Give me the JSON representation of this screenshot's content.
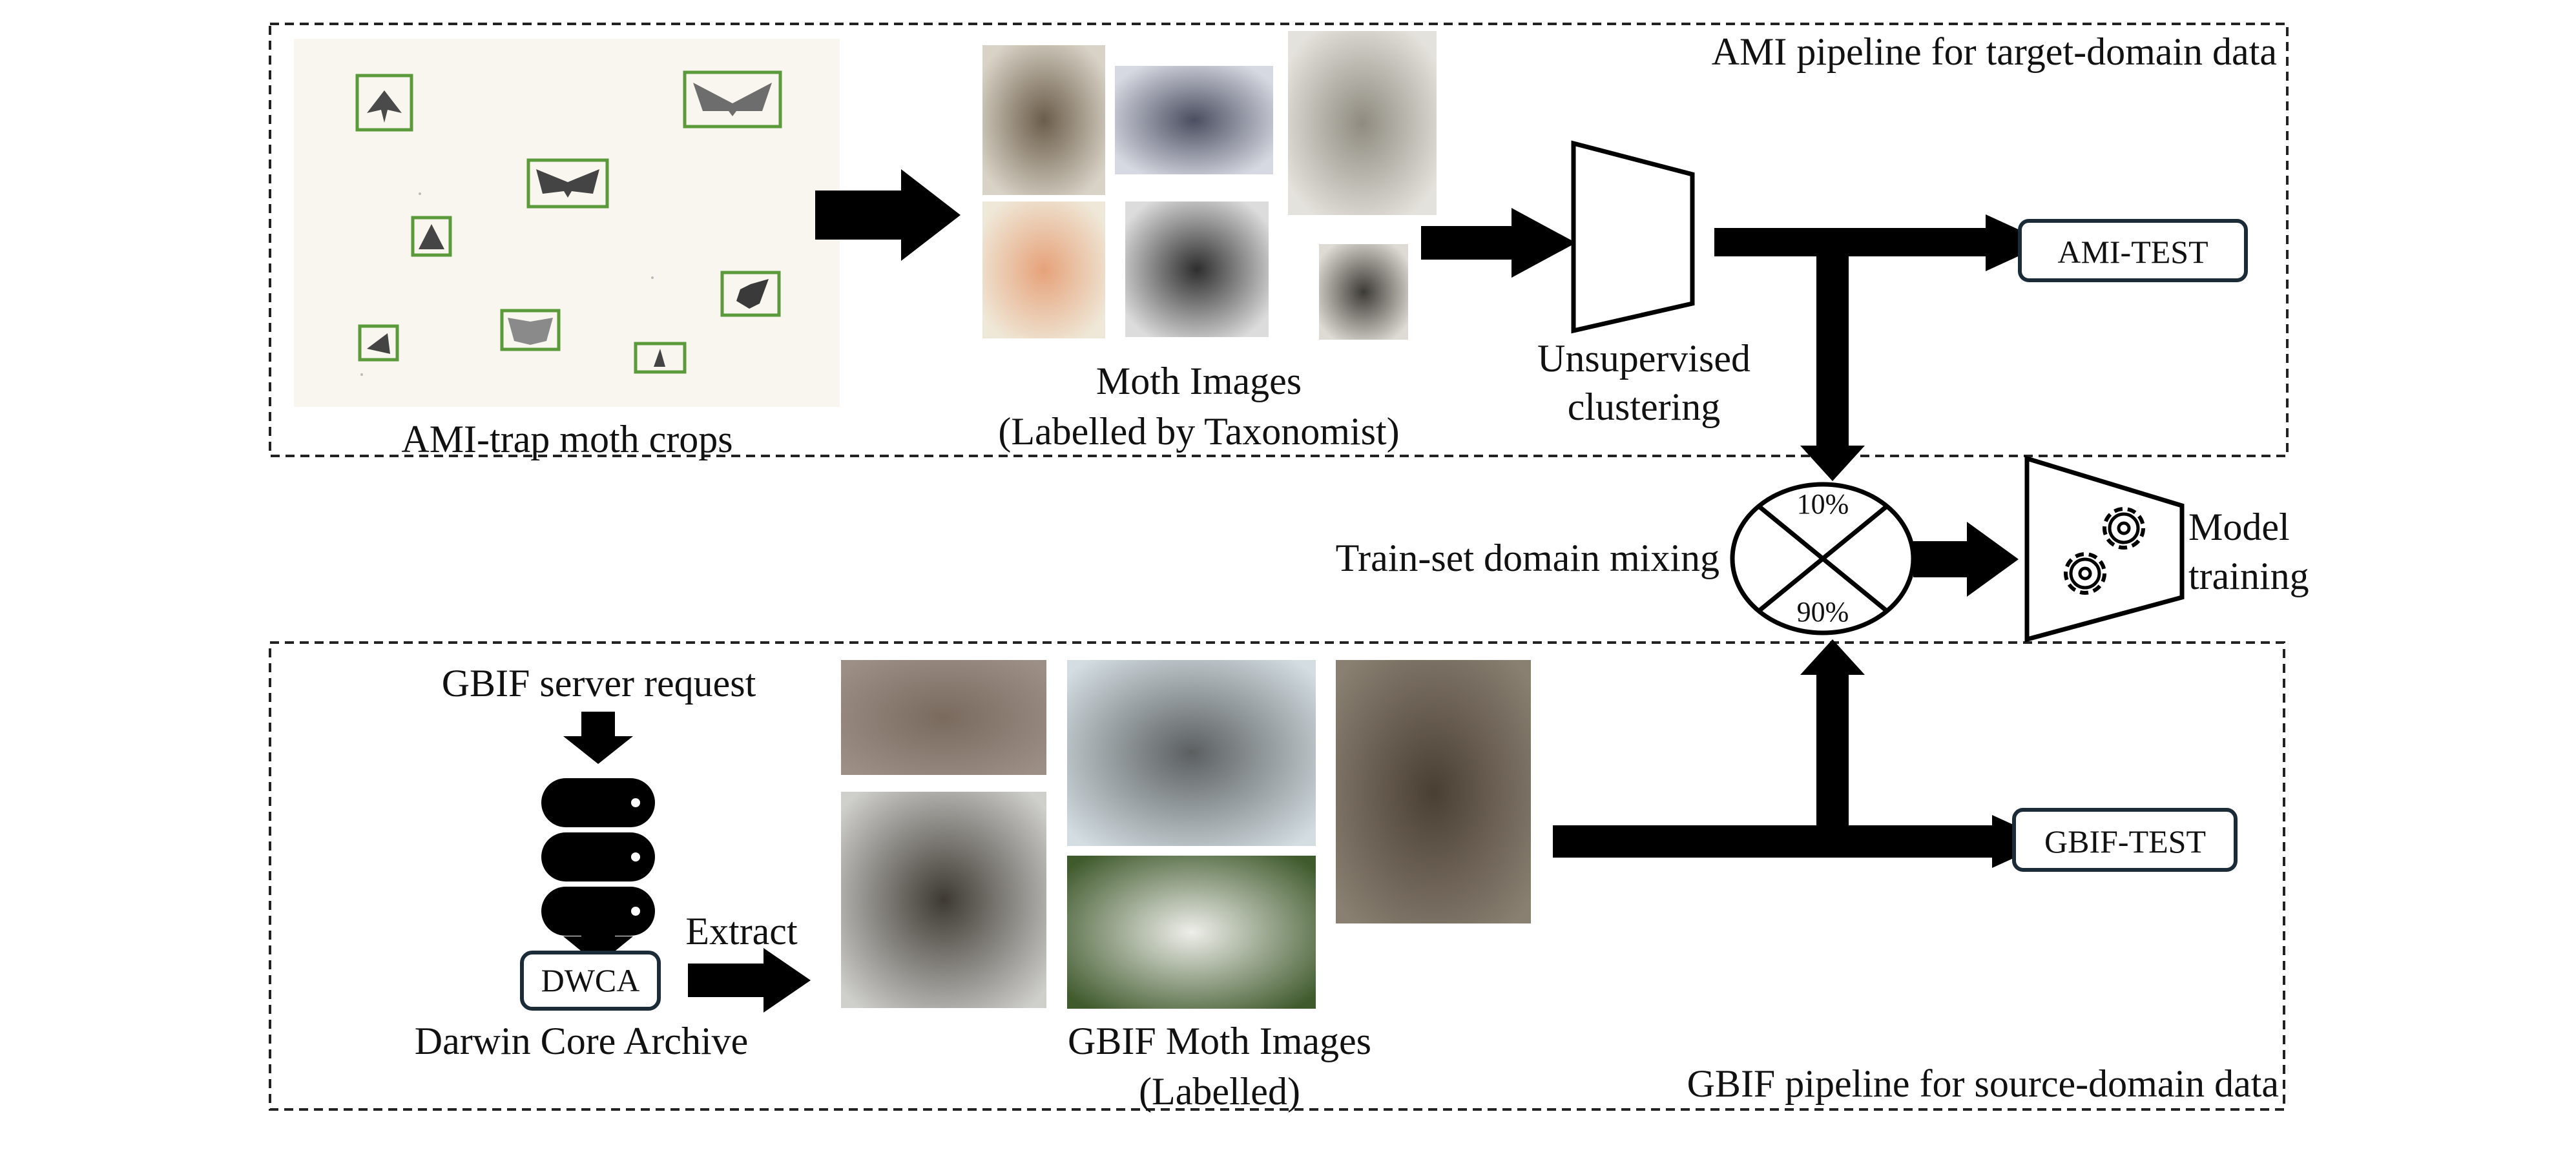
{
  "sections": {
    "ami_pipeline": "AMI pipeline for target-domain data",
    "gbif_pipeline": "GBIF pipeline for source-domain data"
  },
  "ami": {
    "trap_crops_caption": "AMI-trap moth crops",
    "moth_images_caption_line1": "Moth Images",
    "moth_images_caption_line2": "(Labelled by Taxonomist)",
    "clustering_line1": "Unsupervised",
    "clustering_line2": "clustering",
    "test_label": "AMI-TEST"
  },
  "mixing": {
    "label": "Train-set domain mixing",
    "top_pct": "10%",
    "bottom_pct": "90%"
  },
  "model": {
    "line1": "Model",
    "line2": "training"
  },
  "gbif": {
    "server_request": "GBIF server request",
    "dwca_label": "DWCA",
    "archive_caption": "Darwin Core Archive",
    "extract_label": "Extract",
    "images_caption_line1": "GBIF Moth Images",
    "images_caption_line2": "(Labelled)",
    "test_label": "GBIF-TEST"
  },
  "colors": {
    "box_green": "#5a9a3a",
    "trap_bg": "#f8f6ee",
    "dark": "#000000",
    "test_border": "#1b2b38"
  }
}
